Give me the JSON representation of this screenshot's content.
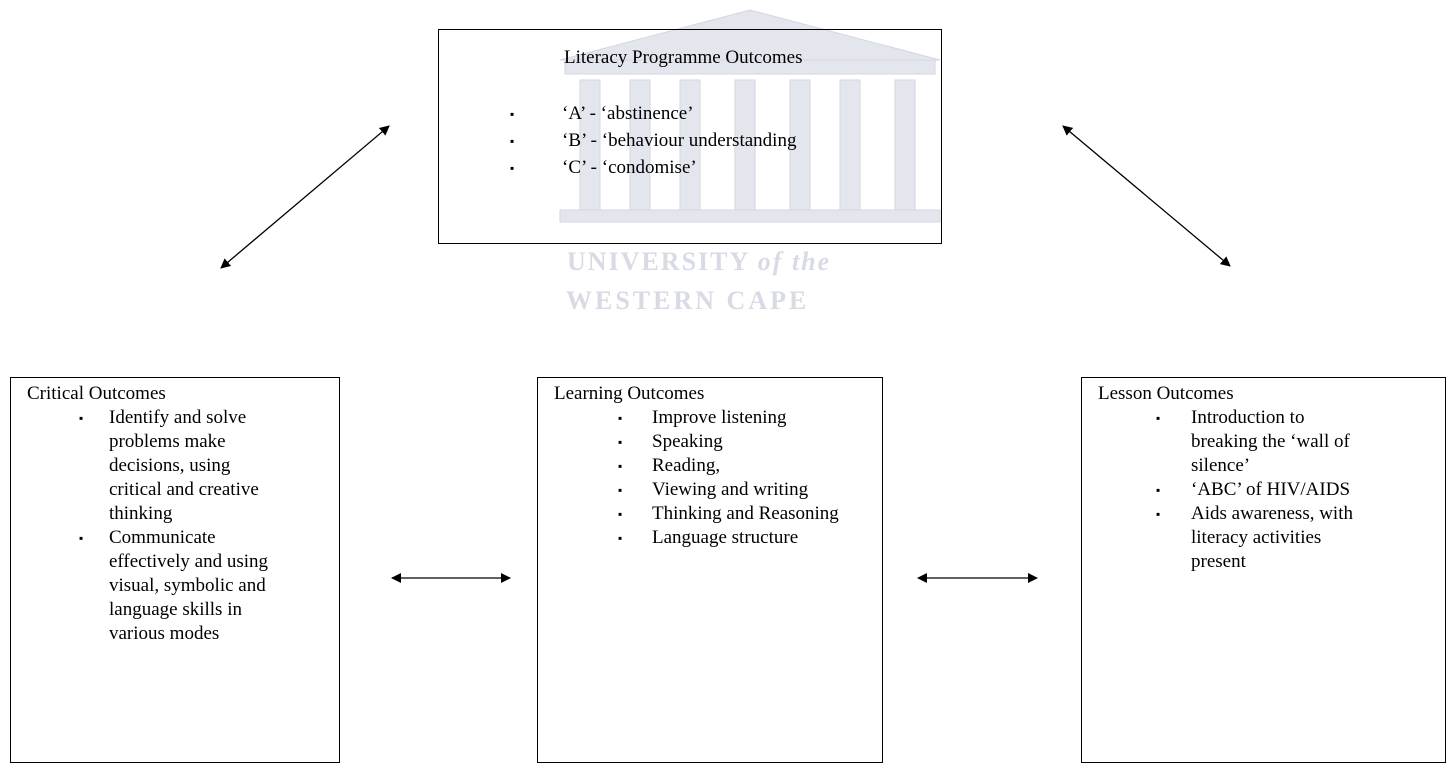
{
  "watermark": {
    "line1_main": "UNIVERSITY",
    "line1_italic": "of the",
    "line2": "WESTERN CAPE"
  },
  "top_box": {
    "title": "Literacy Programme Outcomes",
    "items": [
      "‘A’ - ‘abstinence’",
      "‘B’ -  ‘behaviour understanding",
      "‘C’ -  ‘condomise’"
    ]
  },
  "critical_box": {
    "title": "Critical Outcomes",
    "items": [
      "Identify and solve problems make decisions, using critical and creative thinking",
      "Communicate effectively and using visual, symbolic and language skills in various modes"
    ]
  },
  "learning_box": {
    "title": "Learning Outcomes",
    "items": [
      "Improve listening",
      "Speaking",
      "Reading,",
      "Viewing and writing",
      "Thinking and Reasoning",
      "Language structure"
    ]
  },
  "lesson_box": {
    "title": "Lesson Outcomes",
    "items": [
      "Introduction to breaking the ‘wall of silence’",
      "‘ABC’ of HIV/AIDS",
      "Aids awareness, with literacy activities present"
    ]
  },
  "bullet_glyph": "▪"
}
